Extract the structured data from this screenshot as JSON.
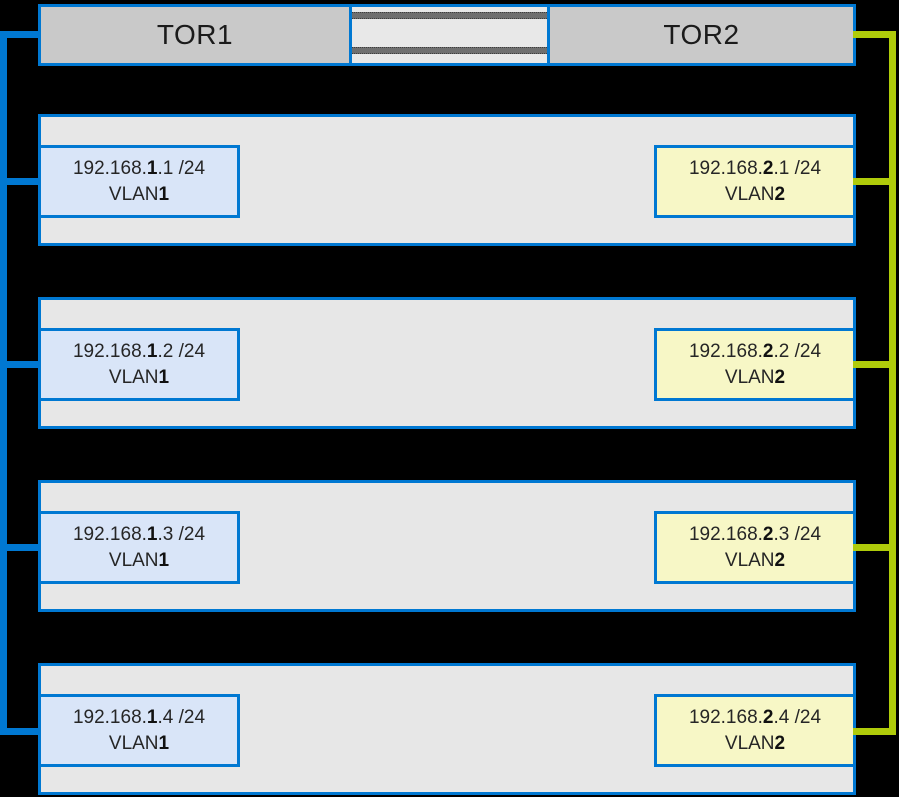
{
  "colors": {
    "accent_blue": "#0078D2",
    "accent_green": "#AFCB0A",
    "tor_fill": "#C9C9C9",
    "mid_fill": "#E8E8E8",
    "bar_fill": "#6F6F6F",
    "row_fill": "#E7E7E7",
    "host_blue_fill": "#D9E5F8",
    "host_yellow_fill": "#F7F7C6"
  },
  "tor_switches": {
    "tor1_label": "TOR1",
    "tor2_label": "TOR2"
  },
  "rows": [
    {
      "left": {
        "ip_prefix": "192.168.",
        "ip_octet_bold": "1",
        "ip_suffix": ".1 /24",
        "vlan_label": "VLAN",
        "vlan_id_bold": "1"
      },
      "right": {
        "ip_prefix": "192.168.",
        "ip_octet_bold": "2",
        "ip_suffix": ".1 /24",
        "vlan_label": "VLAN",
        "vlan_id_bold": "2"
      }
    },
    {
      "left": {
        "ip_prefix": "192.168.",
        "ip_octet_bold": "1",
        "ip_suffix": ".2 /24",
        "vlan_label": "VLAN",
        "vlan_id_bold": "1"
      },
      "right": {
        "ip_prefix": "192.168.",
        "ip_octet_bold": "2",
        "ip_suffix": ".2 /24",
        "vlan_label": "VLAN",
        "vlan_id_bold": "2"
      }
    },
    {
      "left": {
        "ip_prefix": "192.168.",
        "ip_octet_bold": "1",
        "ip_suffix": ".3 /24",
        "vlan_label": "VLAN",
        "vlan_id_bold": "1"
      },
      "right": {
        "ip_prefix": "192.168.",
        "ip_octet_bold": "2",
        "ip_suffix": ".3 /24",
        "vlan_label": "VLAN",
        "vlan_id_bold": "2"
      }
    },
    {
      "left": {
        "ip_prefix": "192.168.",
        "ip_octet_bold": "1",
        "ip_suffix": ".4 /24",
        "vlan_label": "VLAN",
        "vlan_id_bold": "1"
      },
      "right": {
        "ip_prefix": "192.168.",
        "ip_octet_bold": "2",
        "ip_suffix": ".4 /24",
        "vlan_label": "VLAN",
        "vlan_id_bold": "2"
      }
    }
  ]
}
